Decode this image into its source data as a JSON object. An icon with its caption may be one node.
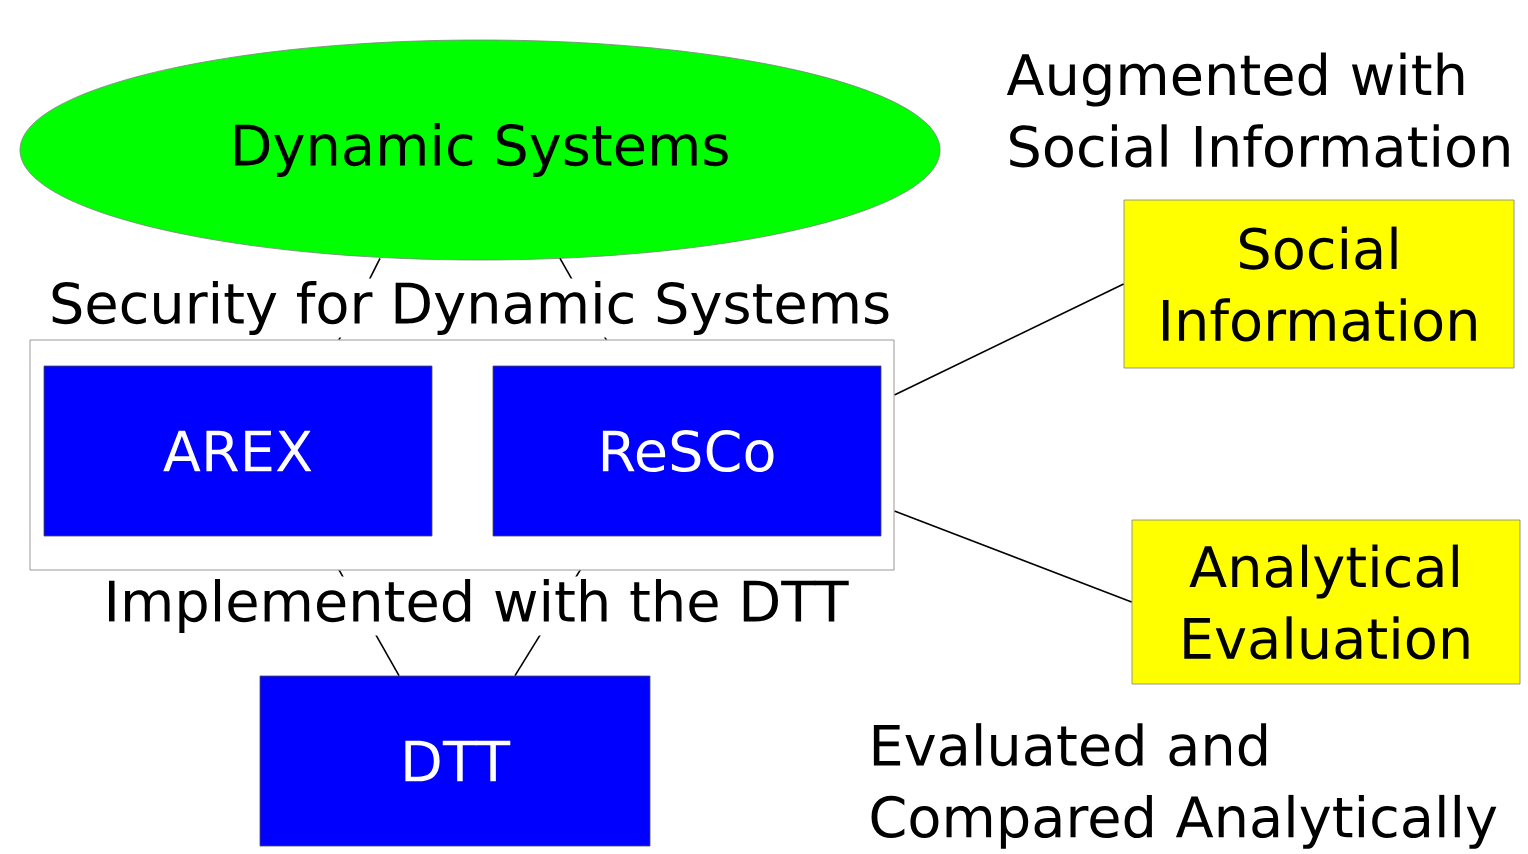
{
  "diagram": {
    "nodes": [
      {
        "text": [
          "Dynamic Systems"
        ]
      },
      {
        "text": [
          "Security for Dynamic Systems"
        ]
      },
      {
        "text": [
          "AREX"
        ],
        "in": 1
      },
      {
        "text": [
          "ReSCo"
        ],
        "in": 1
      },
      {
        "text": [
          "Social Information"
        ]
      },
      {
        "text": [
          "Analytical Evaluation"
        ]
      },
      {
        "text": [
          "DTT"
        ]
      }
    ],
    "edges": [
      {
        "from": 0,
        "to": 2,
        "arrow": "none"
      },
      {
        "from": 0,
        "to": 3,
        "arrow": "none"
      },
      {
        "from": 1,
        "to": 4,
        "arrow": "none"
      },
      {
        "from": 1,
        "to": 5,
        "arrow": "none"
      },
      {
        "from": 2,
        "to": 6,
        "arrow": "none"
      },
      {
        "from": 3,
        "to": 6,
        "arrow": "none"
      }
    ],
    "labels": [
      "Augmented with Social Information",
      "Implemented with the DTT",
      "Evaluated and Compared Analytically"
    ]
  }
}
